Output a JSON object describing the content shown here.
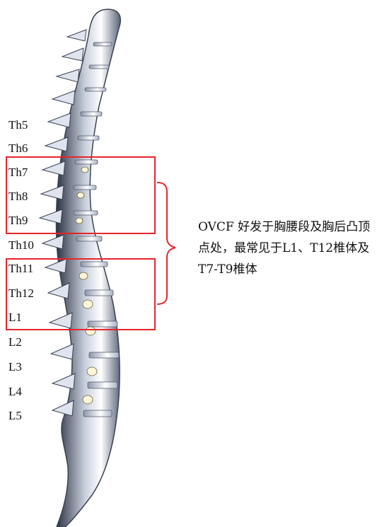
{
  "vertebra_labels": [
    "Th5",
    "Th6",
    "Th7",
    "Th8",
    "Th9",
    "Th10",
    "Th11",
    "Th12",
    "L1",
    "L2",
    "L3",
    "L4",
    "L5"
  ],
  "annotation": {
    "text": "OVCF 好发于胸腰段及胸后凸顶点处，最常见于L1、T12椎体及T7-T9椎体"
  },
  "colors": {
    "highlight_box": "#e8242a",
    "bone_light": "#eef1f6",
    "bone_dark": "#2a3140"
  }
}
